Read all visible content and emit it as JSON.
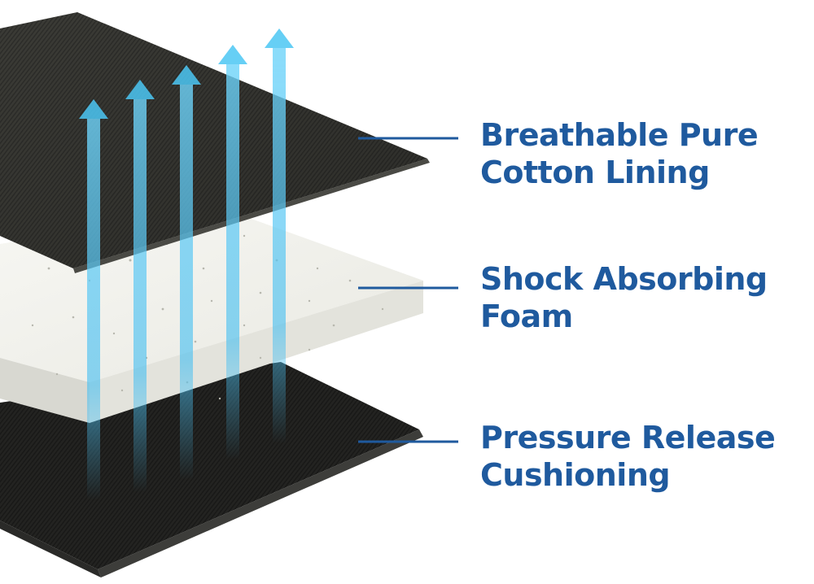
{
  "colors": {
    "label_text": "#1f5a9e",
    "leader_line": "#1f5a9e",
    "arrow": "#4cc7f4",
    "top_layer": "#3a3a35",
    "foam_layer": "#efefe9",
    "bottom_layer": "#1e1e1c"
  },
  "layers": [
    {
      "id": "top",
      "line1": "Breathable Pure",
      "line2": "Cotton Lining"
    },
    {
      "id": "middle",
      "line1": "Shock Absorbing",
      "line2": "Foam"
    },
    {
      "id": "bottom",
      "line1": "Pressure Release",
      "line2": "Cushioning"
    }
  ],
  "arrow_count": 5,
  "icons": {
    "arrows": "arrow-up-icon"
  }
}
